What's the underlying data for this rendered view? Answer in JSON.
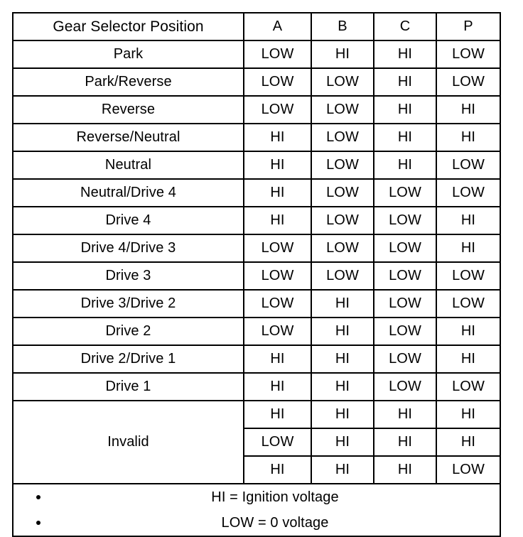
{
  "table": {
    "headers": {
      "label": "Gear Selector Position",
      "columns": [
        "A",
        "B",
        "C",
        "P"
      ]
    },
    "rows": [
      {
        "label": "Park",
        "values": [
          "LOW",
          "HI",
          "HI",
          "LOW"
        ]
      },
      {
        "label": "Park/Reverse",
        "values": [
          "LOW",
          "LOW",
          "HI",
          "LOW"
        ]
      },
      {
        "label": "Reverse",
        "values": [
          "LOW",
          "LOW",
          "HI",
          "HI"
        ]
      },
      {
        "label": "Reverse/Neutral",
        "values": [
          "HI",
          "LOW",
          "HI",
          "HI"
        ]
      },
      {
        "label": "Neutral",
        "values": [
          "HI",
          "LOW",
          "HI",
          "LOW"
        ]
      },
      {
        "label": "Neutral/Drive 4",
        "values": [
          "HI",
          "LOW",
          "LOW",
          "LOW"
        ]
      },
      {
        "label": "Drive 4",
        "values": [
          "HI",
          "LOW",
          "LOW",
          "HI"
        ]
      },
      {
        "label": "Drive 4/Drive 3",
        "values": [
          "LOW",
          "LOW",
          "LOW",
          "HI"
        ]
      },
      {
        "label": "Drive 3",
        "values": [
          "LOW",
          "LOW",
          "LOW",
          "LOW"
        ]
      },
      {
        "label": "Drive 3/Drive 2",
        "values": [
          "LOW",
          "HI",
          "LOW",
          "LOW"
        ]
      },
      {
        "label": "Drive 2",
        "values": [
          "LOW",
          "HI",
          "LOW",
          "HI"
        ]
      },
      {
        "label": "Drive 2/Drive 1",
        "values": [
          "HI",
          "HI",
          "LOW",
          "HI"
        ]
      },
      {
        "label": "Drive 1",
        "values": [
          "HI",
          "HI",
          "LOW",
          "LOW"
        ]
      }
    ],
    "invalid": {
      "label": "Invalid",
      "rows": [
        {
          "values": [
            "HI",
            "HI",
            "HI",
            "HI"
          ]
        },
        {
          "values": [
            "LOW",
            "HI",
            "HI",
            "HI"
          ]
        },
        {
          "values": [
            "HI",
            "HI",
            "HI",
            "LOW"
          ]
        }
      ]
    },
    "notes": [
      "HI = Ignition voltage",
      "LOW = 0 voltage"
    ]
  }
}
